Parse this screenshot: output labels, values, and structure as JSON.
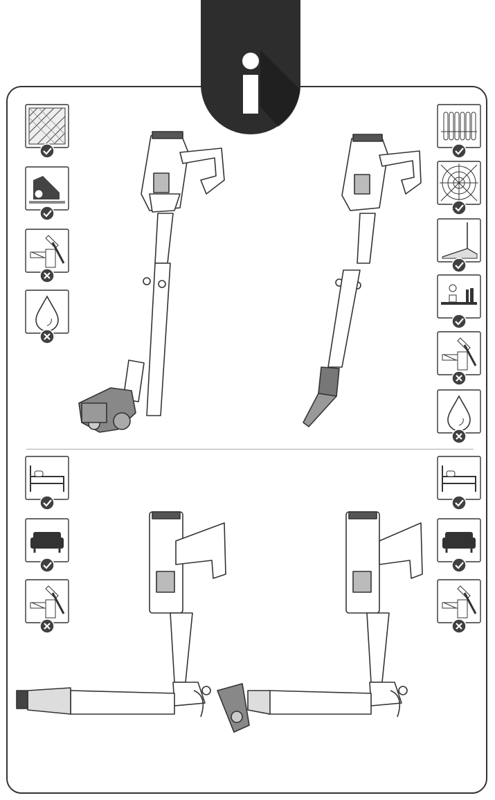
{
  "header": {
    "badge_icon": "info-icon",
    "badge_color": "#2d2d2d"
  },
  "panels": [
    {
      "id": "top-left",
      "configuration": "floor-brush",
      "icons": [
        {
          "name": "parquet-floor-icon",
          "status": "allowed"
        },
        {
          "name": "carpet-brush-icon",
          "status": "allowed"
        },
        {
          "name": "nail-hammer-icon",
          "status": "not-allowed"
        },
        {
          "name": "water-drop-icon",
          "status": "not-allowed"
        }
      ]
    },
    {
      "id": "top-right",
      "configuration": "crevice-tool",
      "icons": [
        {
          "name": "radiator-icon",
          "status": "allowed"
        },
        {
          "name": "cobweb-icon",
          "status": "allowed"
        },
        {
          "name": "room-corner-icon",
          "status": "allowed"
        },
        {
          "name": "shelf-icon",
          "status": "allowed"
        },
        {
          "name": "nail-hammer-icon",
          "status": "not-allowed"
        },
        {
          "name": "water-drop-icon",
          "status": "not-allowed"
        }
      ]
    },
    {
      "id": "bottom-left",
      "configuration": "handheld-dusting-brush",
      "icons": [
        {
          "name": "bed-icon",
          "status": "allowed"
        },
        {
          "name": "sofa-icon",
          "status": "allowed"
        },
        {
          "name": "nail-hammer-icon",
          "status": "not-allowed"
        }
      ]
    },
    {
      "id": "bottom-right",
      "configuration": "handheld-mini-brush",
      "icons": [
        {
          "name": "bed-icon",
          "status": "allowed"
        },
        {
          "name": "sofa-icon",
          "status": "allowed"
        },
        {
          "name": "nail-hammer-icon",
          "status": "not-allowed"
        }
      ]
    }
  ],
  "colors": {
    "line": "#333333",
    "badge": "#404040",
    "frame": "#333333"
  }
}
